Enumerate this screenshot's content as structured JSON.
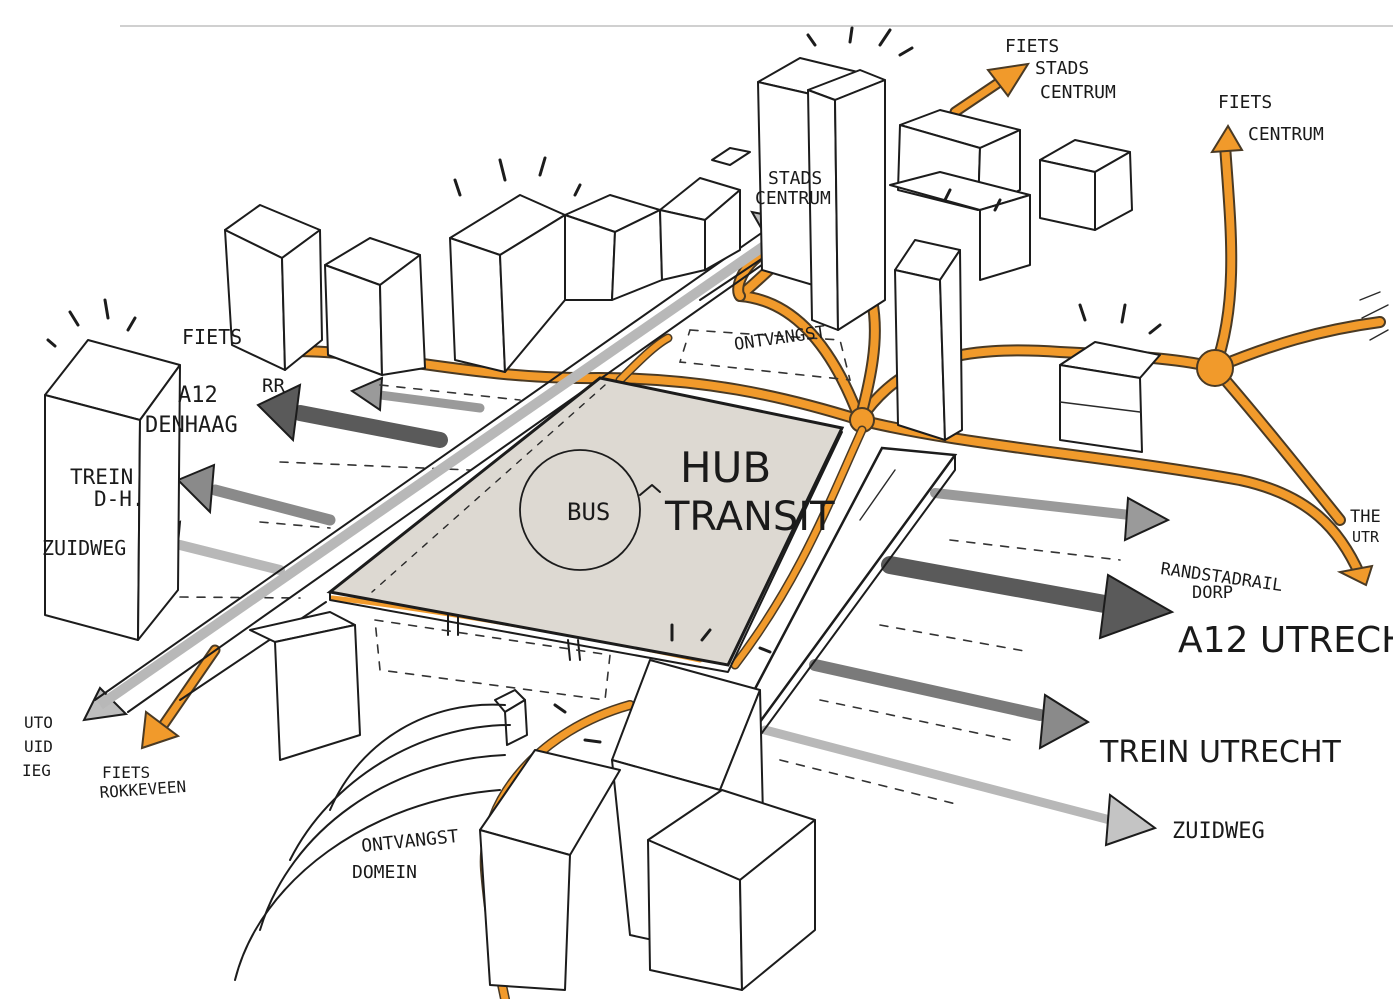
{
  "labels": {
    "fiets_stads_centrum": [
      "FIETS",
      "STADS",
      "CENTRUM"
    ],
    "fiets_centrum": [
      "FIETS",
      "CENTRUM"
    ],
    "stads_centrum": [
      "STADS",
      "CENTRUM"
    ],
    "fiets_left": "FIETS",
    "rr": "RR",
    "a12_denhaag": [
      "A12",
      "DENHAAG"
    ],
    "trein_dh": [
      "TREIN",
      "D-H."
    ],
    "zuidweg_left": "ZUIDWEG",
    "ontvangst_top": "ONTVANGST",
    "hub": "HUB",
    "transit": "TRANSIT",
    "bus": "BUS",
    "randstadrail_dorp": [
      "RANDSTADRAIL",
      "DORP"
    ],
    "a12_utrecht": "A12 UTRECH",
    "trein_utrecht": "TREIN UTRECHT",
    "zuidweg_right": "ZUIDWEG",
    "ontvangst_domein": [
      "ONTVANGST",
      "DOMEIN"
    ],
    "fiets_rokkeveen": [
      "FIETS",
      "ROKKEVEEN"
    ],
    "cut_left": [
      "UTO",
      "UID",
      "IEG"
    ],
    "cut_right": [
      "THE",
      "UTR"
    ]
  },
  "colors": {
    "bike_route": "#f19a2b",
    "hub_deck": "#ddd9d2",
    "arrow_dark": "#5a5a5a",
    "arrow_light": "#b8b8b8",
    "ink": "#1c1c1c"
  }
}
